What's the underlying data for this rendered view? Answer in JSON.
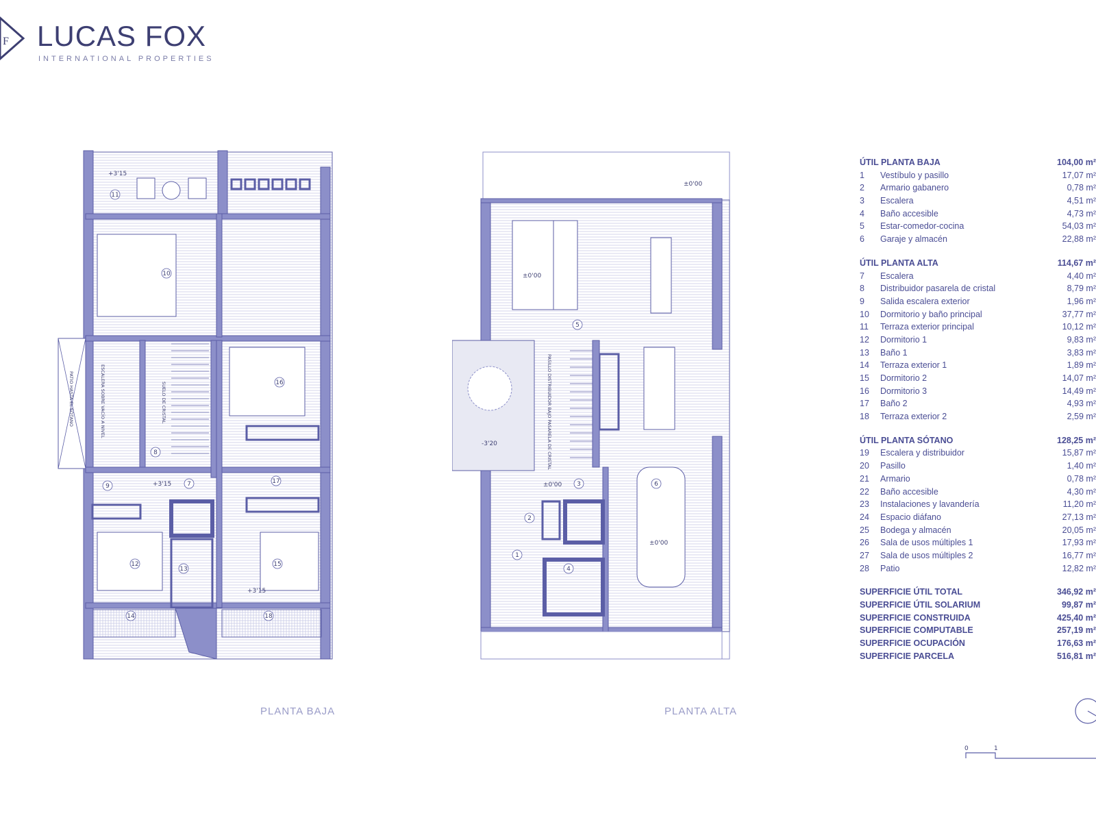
{
  "brand": {
    "name": "LUCAS FOX",
    "tagline": "INTERNATIONAL PROPERTIES"
  },
  "colors": {
    "accent": "#4a4d94",
    "wall": "#8c8fc9",
    "line": "#5b5ea6"
  },
  "plans": {
    "ground": {
      "caption": "PLANTA BAJA",
      "room_labels": [
        "11",
        "10",
        "16",
        "8",
        "7",
        "17",
        "9",
        "12",
        "13",
        "15",
        "14",
        "18"
      ],
      "level_labels": [
        "+3'15",
        "+3'15",
        "+3'15"
      ],
      "notes": [
        "ESCALERA SOBRE VACÍO A NIVEL",
        "PATIO HASTA EL SÓTANO",
        "SUELO DE CRISTAL"
      ]
    },
    "upper": {
      "caption": "PLANTA ALTA",
      "room_labels": [
        "5",
        "3",
        "2",
        "1",
        "4",
        "6"
      ],
      "level_labels": [
        "±0'00",
        "±0'00",
        "±0'00",
        "±0'00",
        "-3'20"
      ],
      "notes": [
        "PASILLO DISTRIBUIDOR BAJO PASARELA DE CRISTAL"
      ]
    }
  },
  "legend": {
    "sections": [
      {
        "title": "ÚTIL PLANTA BAJA",
        "total": "104,00 m²",
        "items": [
          {
            "n": "1",
            "label": "Vestíbulo y pasillo",
            "value": "17,07 m²"
          },
          {
            "n": "2",
            "label": "Armario gabanero",
            "value": "0,78 m²"
          },
          {
            "n": "3",
            "label": "Escalera",
            "value": "4,51 m²"
          },
          {
            "n": "4",
            "label": "Baño accesible",
            "value": "4,73 m²"
          },
          {
            "n": "5",
            "label": "Estar-comedor-cocina",
            "value": "54,03 m²"
          },
          {
            "n": "6",
            "label": "Garaje y almacén",
            "value": "22,88 m²"
          }
        ]
      },
      {
        "title": "ÚTIL PLANTA ALTA",
        "total": "114,67 m²",
        "items": [
          {
            "n": "7",
            "label": "Escalera",
            "value": "4,40 m²"
          },
          {
            "n": "8",
            "label": "Distribuidor pasarela de cristal",
            "value": "8,79 m²"
          },
          {
            "n": "9",
            "label": "Salida escalera exterior",
            "value": "1,96 m²"
          },
          {
            "n": "10",
            "label": "Dormitorio y baño principal",
            "value": "37,77 m²"
          },
          {
            "n": "11",
            "label": "Terraza exterior principal",
            "value": "10,12 m²"
          },
          {
            "n": "12",
            "label": "Dormitorio 1",
            "value": "9,83 m²"
          },
          {
            "n": "13",
            "label": "Baño 1",
            "value": "3,83 m²"
          },
          {
            "n": "14",
            "label": "Terraza exterior 1",
            "value": "1,89 m²"
          },
          {
            "n": "15",
            "label": "Dormitorio 2",
            "value": "14,07 m²"
          },
          {
            "n": "16",
            "label": "Dormitorio 3",
            "value": "14,49 m²"
          },
          {
            "n": "17",
            "label": "Baño 2",
            "value": "4,93 m²"
          },
          {
            "n": "18",
            "label": "Terraza exterior 2",
            "value": "2,59 m²"
          }
        ]
      },
      {
        "title": "ÚTIL PLANTA SÓTANO",
        "total": "128,25 m²",
        "items": [
          {
            "n": "19",
            "label": "Escalera y distribuidor",
            "value": "15,87 m²"
          },
          {
            "n": "20",
            "label": "Pasillo",
            "value": "1,40 m²"
          },
          {
            "n": "21",
            "label": "Armario",
            "value": "0,78 m²"
          },
          {
            "n": "22",
            "label": "Baño accesible",
            "value": "4,30 m²"
          },
          {
            "n": "23",
            "label": "Instalaciones y lavandería",
            "value": "11,20 m²"
          },
          {
            "n": "24",
            "label": "Espacio diáfano",
            "value": "27,13 m²"
          },
          {
            "n": "25",
            "label": "Bodega y almacén",
            "value": "20,05 m²"
          },
          {
            "n": "26",
            "label": "Sala de usos múltiples 1",
            "value": "17,93 m²"
          },
          {
            "n": "27",
            "label": "Sala de usos múltiples 2",
            "value": "16,77 m²"
          },
          {
            "n": "28",
            "label": "Patio",
            "value": "12,82 m²"
          }
        ]
      }
    ],
    "totals": [
      {
        "label": "SUPERFICIE ÚTIL TOTAL",
        "value": "346,92 m²"
      },
      {
        "label": "SUPERFICIE ÚTIL SOLARIUM",
        "value": "99,87 m²"
      },
      {
        "label": "SUPERFICIE CONSTRUIDA",
        "value": "425,40 m²"
      },
      {
        "label": "SUPERFICIE COMPUTABLE",
        "value": "257,19 m²"
      },
      {
        "label": "SUPERFICIE OCUPACIÓN",
        "value": "176,63 m²"
      },
      {
        "label": "SUPERFICIE PARCELA",
        "value": "516,81 m²"
      }
    ]
  },
  "scale": {
    "labels": [
      "0",
      "1"
    ]
  }
}
